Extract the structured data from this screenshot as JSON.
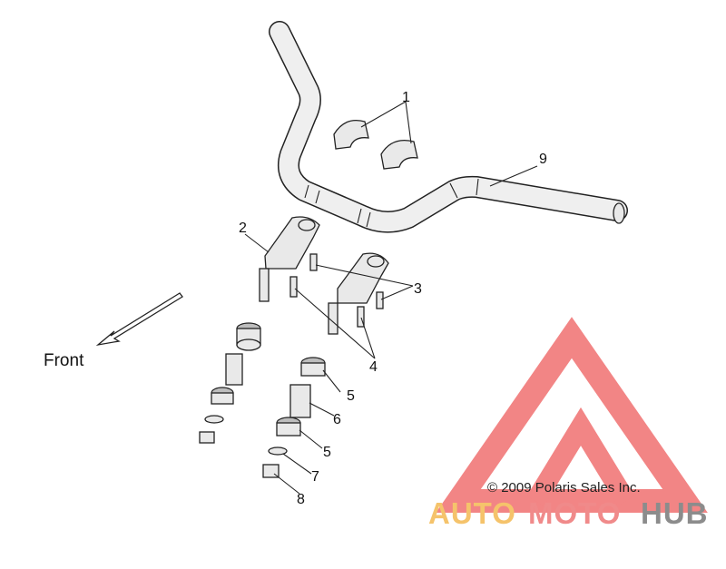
{
  "diagram": {
    "direction_label": "Front",
    "callouts": [
      "1",
      "2",
      "3",
      "4",
      "5",
      "6",
      "5",
      "7",
      "8",
      "9"
    ],
    "copyright": "© 2009 Polaris Sales Inc."
  },
  "watermark": {
    "part1": "AUTO",
    "part2": "MOTO",
    "part3": "HUB",
    "colors": {
      "auto": "#f5c36b",
      "moto": "#f08a8a",
      "hub": "#8c8c8c",
      "triangle": "#f07070"
    }
  }
}
